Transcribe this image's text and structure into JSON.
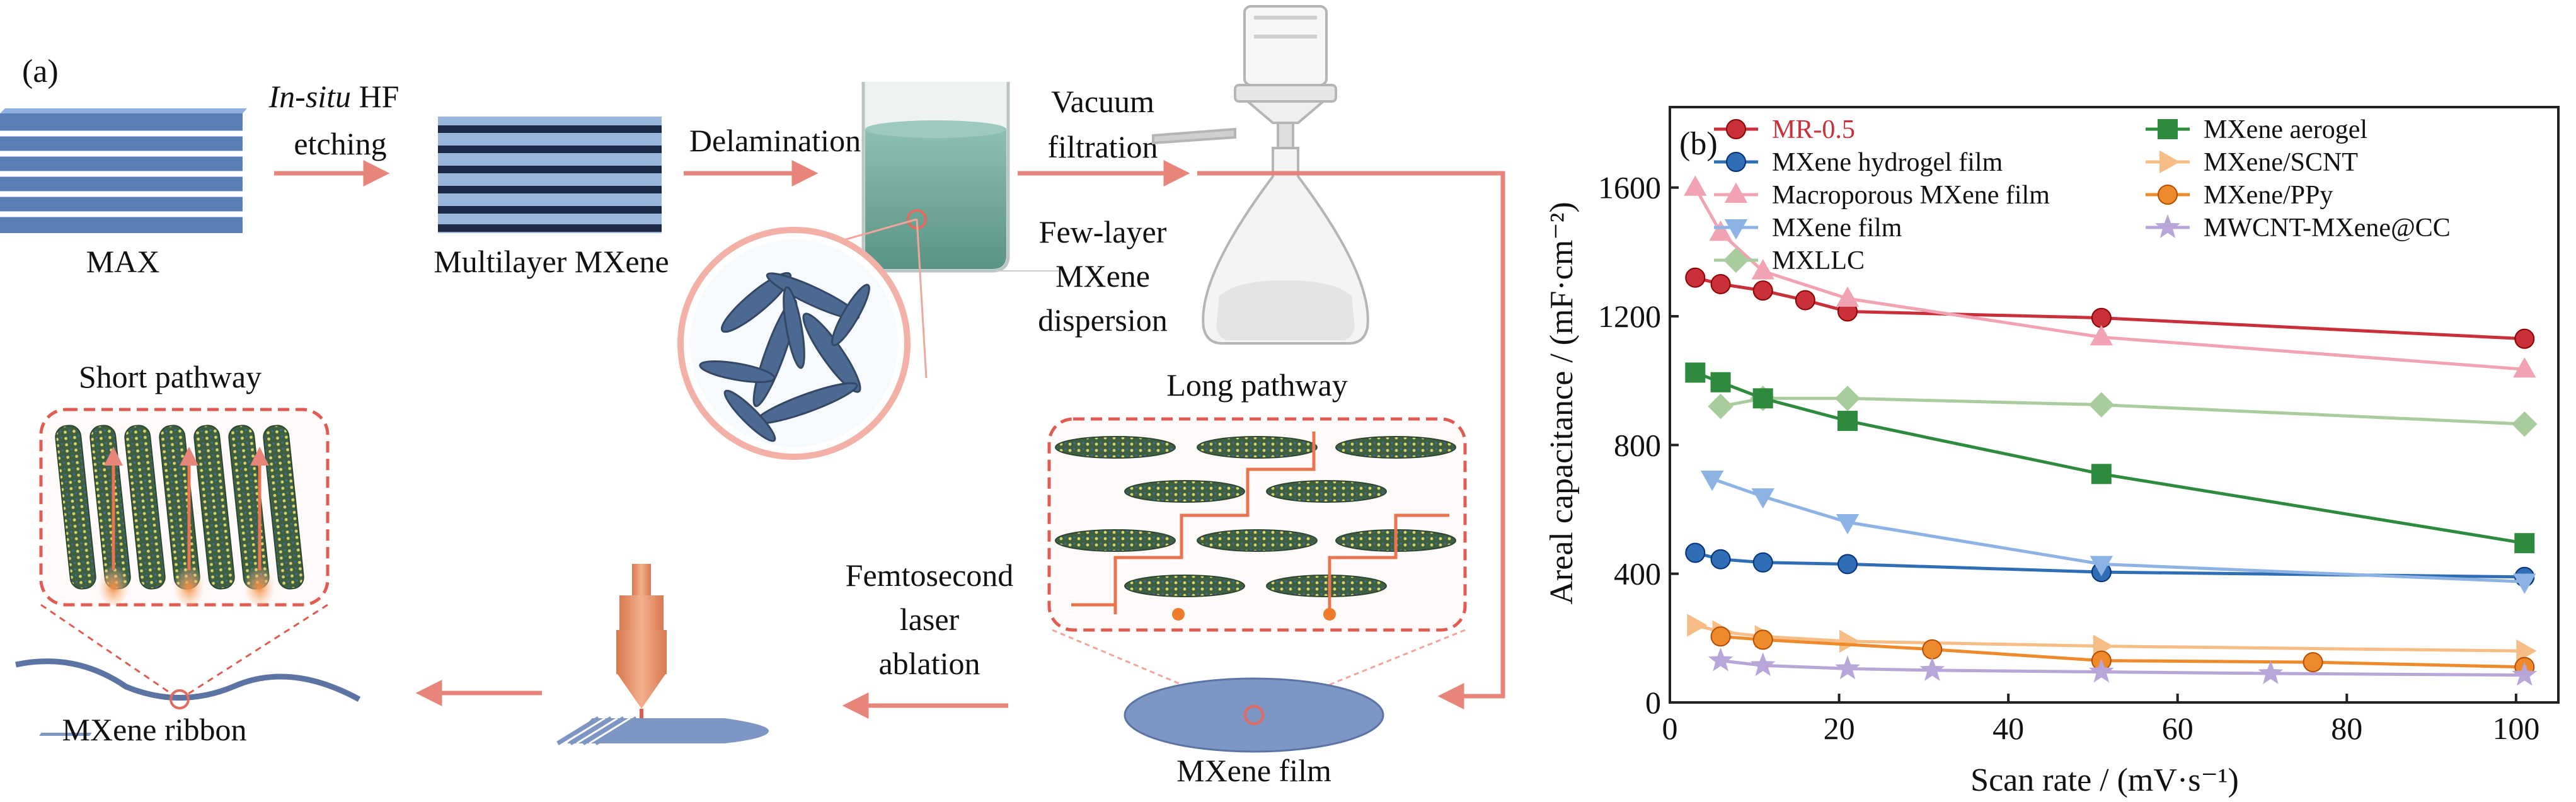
{
  "panel_a": {
    "label": "(a)",
    "max_label": "MAX",
    "etching_label_italic": "In-situ",
    "etching_label_rest": " HF",
    "etching_label_line2": "etching",
    "multilayer_label": "Multilayer MXene",
    "delamination_label": "Delamination",
    "vacuum_line1": "Vacuum",
    "vacuum_line2": "filtration",
    "dispersion_line1": "Few-layer",
    "dispersion_line2": "MXene",
    "dispersion_line3": "dispersion",
    "long_pathway": "Long pathway",
    "short_pathway": "Short pathway",
    "femto_line1": "Femtosecond",
    "femto_line2": "laser",
    "femto_line3": "ablation",
    "film_label": "MXene film",
    "ribbon_label": "MXene ribbon"
  },
  "colors": {
    "arrow": "#e8857a",
    "mxene_blue": "#5b6f95",
    "beaker_liquid": "#6fa69a",
    "laser": "#e89770"
  },
  "chart_data": {
    "type": "line",
    "panel_label": "(b)",
    "xlabel": "Scan rate / (mV·s⁻¹)",
    "ylabel": "Areal capacitance / (mF·cm⁻²)",
    "xlim": [
      0,
      105
    ],
    "ylim": [
      0,
      1850
    ],
    "xticks": [
      0,
      20,
      40,
      60,
      80,
      100
    ],
    "yticks": [
      0,
      400,
      800,
      1200,
      1600
    ],
    "legend_position": "top",
    "series": [
      {
        "name": "MR-0.5",
        "color": "#c9303a",
        "marker": "circle",
        "x": [
          3,
          6,
          11,
          16,
          21,
          51,
          101
        ],
        "y": [
          1320,
          1300,
          1280,
          1250,
          1215,
          1195,
          1130
        ]
      },
      {
        "name": "MXene hydrogel film",
        "color": "#2f6db5",
        "marker": "circle",
        "x": [
          3,
          6,
          11,
          21,
          51,
          101
        ],
        "y": [
          465,
          445,
          435,
          430,
          405,
          390
        ]
      },
      {
        "name": "Macroporous MXene film",
        "color": "#f2a3b3",
        "marker": "triangle-up",
        "x": [
          3,
          6,
          11,
          21,
          51,
          101
        ],
        "y": [
          1600,
          1460,
          1340,
          1255,
          1135,
          1035
        ]
      },
      {
        "name": "MXene film",
        "color": "#8cb3e4",
        "marker": "triangle-down",
        "x": [
          5,
          11,
          21,
          51,
          101
        ],
        "y": [
          695,
          640,
          560,
          430,
          375
        ]
      },
      {
        "name": "MXLLC",
        "color": "#a8cc9c",
        "marker": "diamond",
        "x": [
          6,
          11,
          21,
          51,
          101
        ],
        "y": [
          920,
          945,
          945,
          925,
          865
        ]
      },
      {
        "name": "MXene aerogel",
        "color": "#2e8b3e",
        "marker": "square",
        "x": [
          3,
          6,
          11,
          21,
          51,
          101
        ],
        "y": [
          1025,
          995,
          945,
          875,
          710,
          495
        ]
      },
      {
        "name": "MXene/SCNT",
        "color": "#f6bd87",
        "marker": "triangle-right",
        "x": [
          3,
          6,
          11,
          21,
          51,
          101
        ],
        "y": [
          240,
          220,
          205,
          190,
          175,
          160
        ]
      },
      {
        "name": "MXene/PPy",
        "color": "#ef8a2c",
        "marker": "circle",
        "x": [
          6,
          11,
          31,
          51,
          76,
          101
        ],
        "y": [
          205,
          195,
          165,
          130,
          125,
          110
        ]
      },
      {
        "name": "MWCNT-MXene@CC",
        "color": "#b8a6d9",
        "marker": "star",
        "x": [
          6,
          11,
          21,
          31,
          51,
          71,
          101
        ],
        "y": [
          130,
          115,
          105,
          100,
          95,
          90,
          85
        ]
      }
    ]
  }
}
